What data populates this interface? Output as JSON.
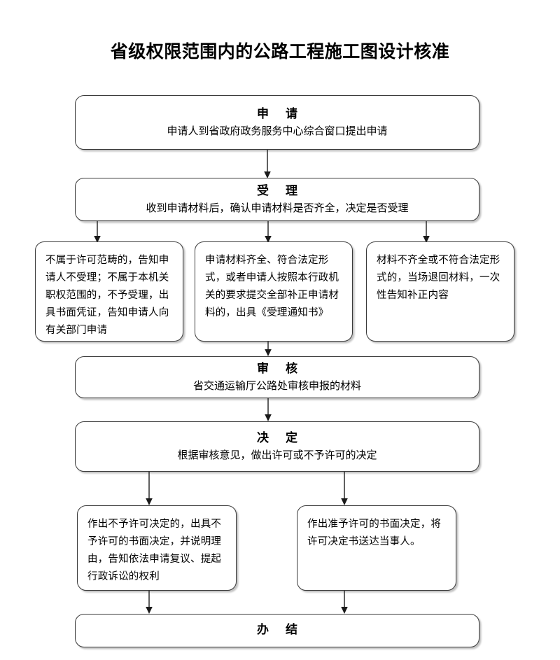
{
  "document": {
    "title": "省级权限范围内的公路工程施工图设计核准"
  },
  "flowchart": {
    "type": "flowchart",
    "orientation": "top-to-bottom",
    "nodes": {
      "apply": {
        "heading": "申 请",
        "body": "申请人到省政府政务服务中心综合窗口提出申请"
      },
      "accept": {
        "heading": "受 理",
        "body": "收到申请材料后，确认申请材料是否齐全，决定是否受理"
      },
      "branch_not_in_scope": {
        "text": "不属于许可范畴的，告知申请人不受理；不属于本机关职权范围的，不予受理，出具书面凭证，告知申请人向有关部门申请"
      },
      "branch_complete": {
        "text": "申请材料齐全、符合法定形式，或者申请人按照本行政机关的要求提交全部补正申请材料的，出具《受理通知书》"
      },
      "branch_incomplete": {
        "text": "材料不齐全或不符合法定形式的，当场退回材料，一次性告知补正内容"
      },
      "review": {
        "heading": "审 核",
        "body": "省交通运输厅公路处审核申报的材料"
      },
      "decide": {
        "heading": "决 定",
        "body": "根据审核意见，做出许可或不予许可的决定"
      },
      "result_denied": {
        "text": "作出不予许可决定的，出具不予许可的书面决定，并说明理由，告知依法申请复议、提起行政诉讼的权利"
      },
      "result_approved": {
        "text": "作出准予许可的书面决定，将许可决定书送达当事人。"
      },
      "finish": {
        "heading": "办 结"
      }
    }
  }
}
